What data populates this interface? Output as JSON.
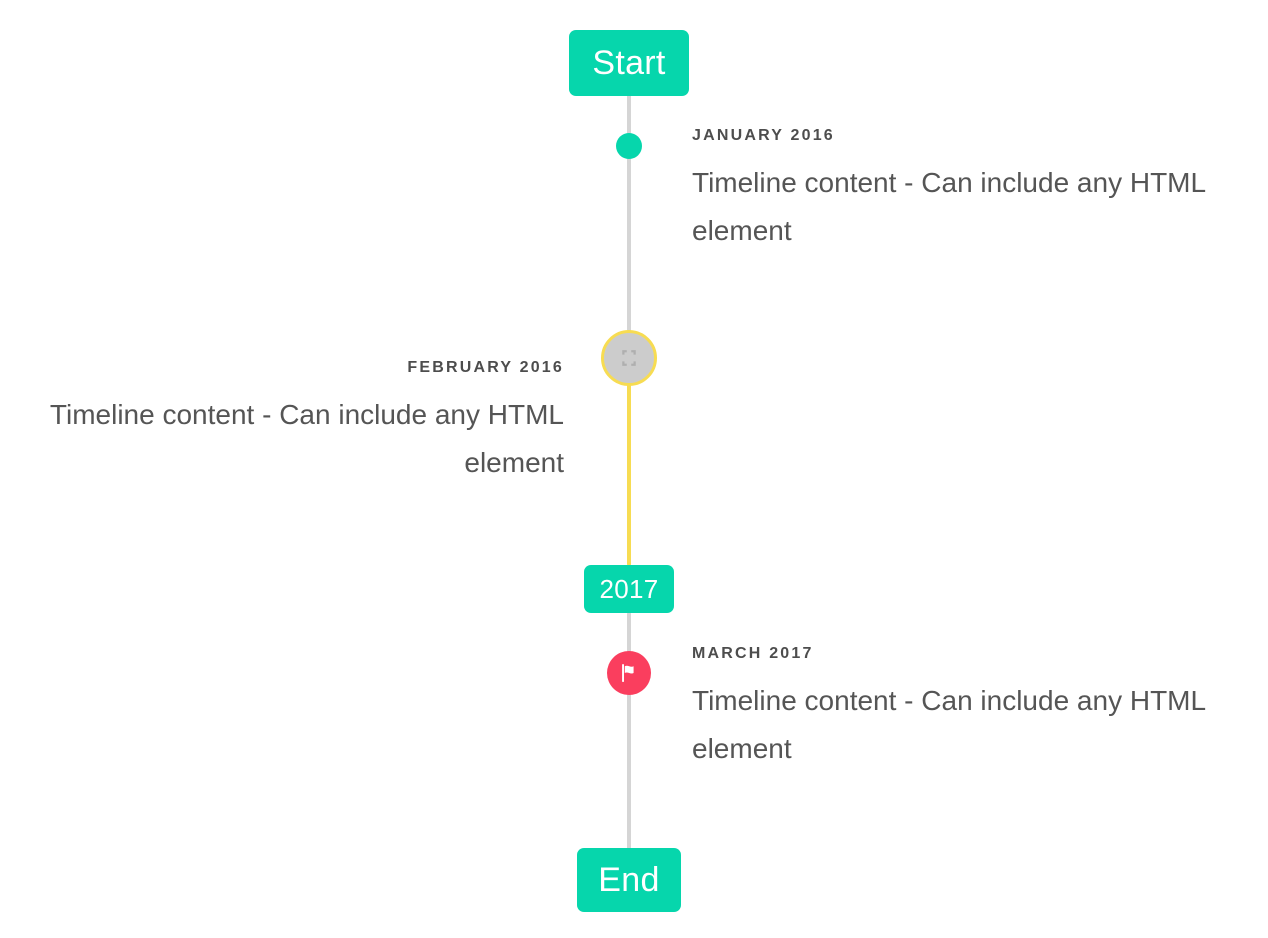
{
  "timeline": {
    "caps": {
      "start_label": "Start",
      "middle_label": "2017",
      "end_label": "End"
    },
    "colors": {
      "accent_teal": "#06D6AC",
      "rail_gray": "#D5D5D5",
      "rail_yellow": "#F7DC52",
      "marker_gray": "#CCCCCC",
      "flag_pink": "#FA3E5E",
      "date_text": "#4D4D4D",
      "body_text": "#555555"
    },
    "events": [
      {
        "date": "JANUARY 2016",
        "content": "Timeline content - Can include any HTML element",
        "side": "right",
        "marker": "dot-icon"
      },
      {
        "date": "FEBRUARY 2016",
        "content": "Timeline content - Can include any HTML element",
        "side": "left",
        "marker": "image-placeholder-icon"
      },
      {
        "date": "MARCH 2017",
        "content": "Timeline content - Can include any HTML element",
        "side": "right",
        "marker": "flag-icon"
      }
    ]
  }
}
